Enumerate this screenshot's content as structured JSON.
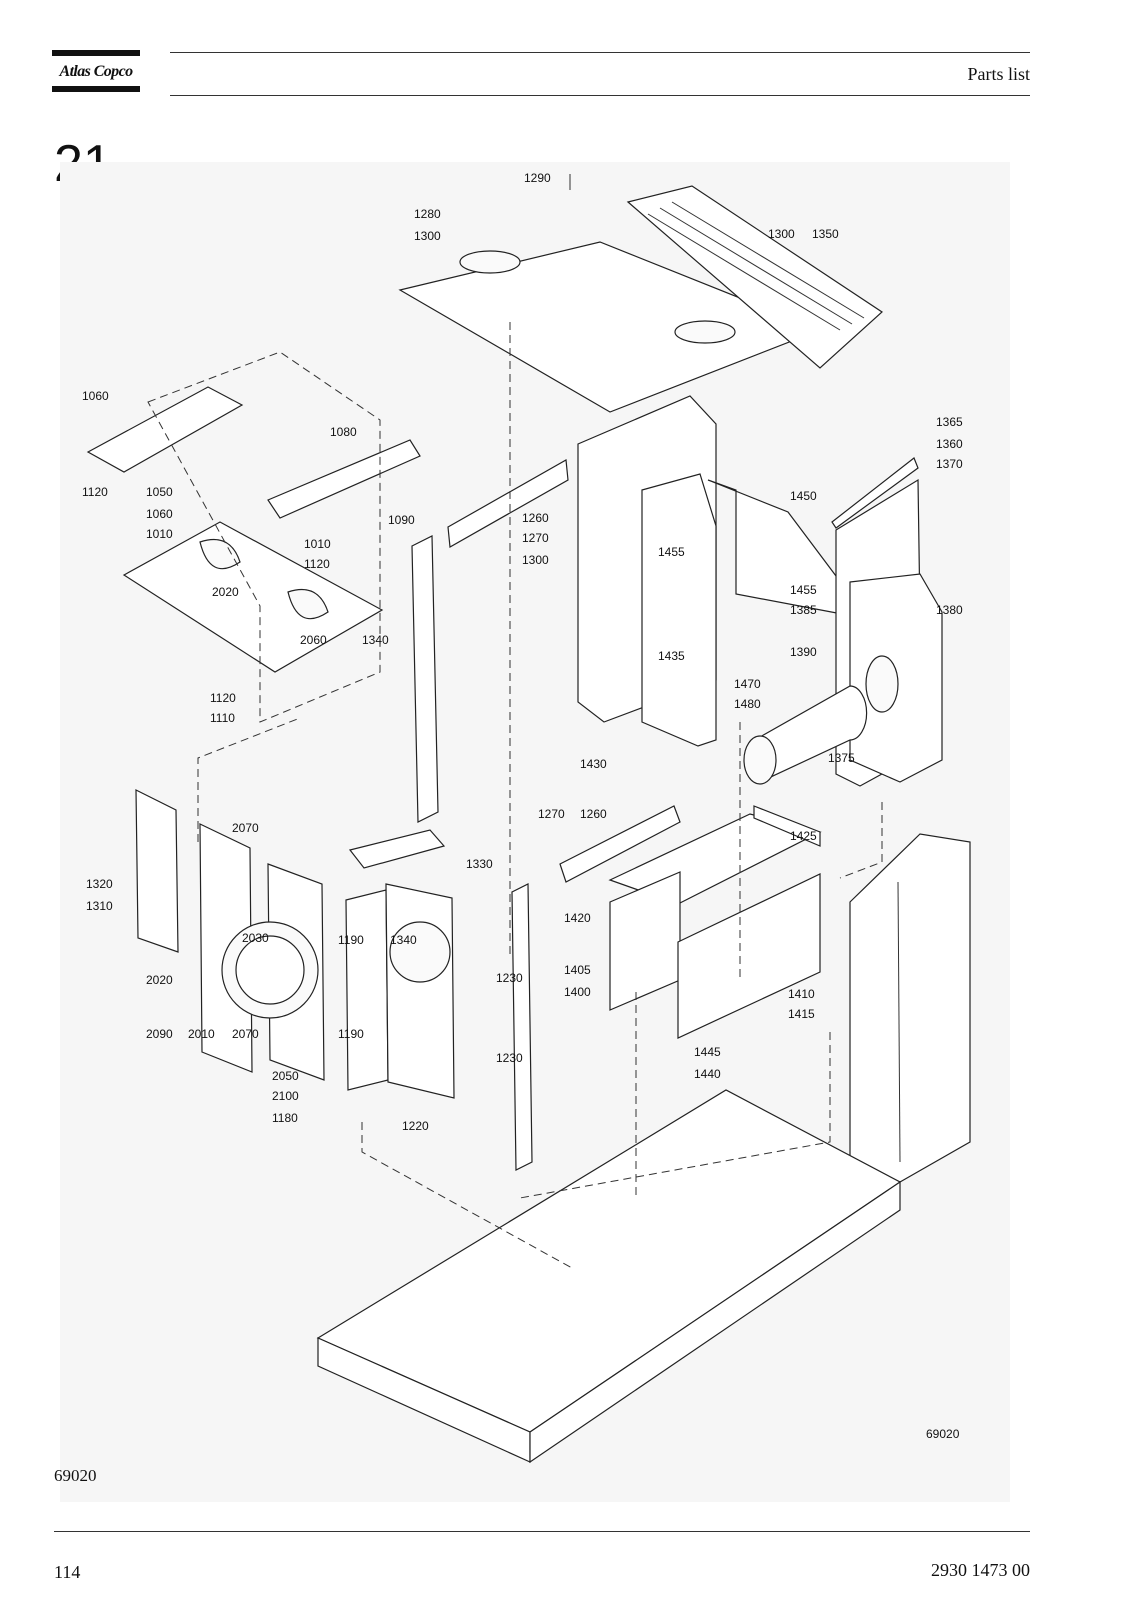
{
  "header": {
    "brand": "Atlas Copco",
    "section": "Parts list"
  },
  "figure": {
    "number": "21",
    "code": "69020",
    "code_in_drawing": "69020",
    "labels": [
      "1290",
      "1280",
      "1300",
      "1300",
      "1350",
      "1060",
      "1080",
      "1365",
      "1360",
      "1370",
      "1050",
      "1120",
      "1060",
      "1010",
      "1090",
      "1260",
      "1270",
      "1300",
      "1450",
      "1455",
      "1455",
      "1010",
      "1120",
      "2020",
      "1385",
      "1380",
      "2060",
      "1340",
      "1435",
      "1390",
      "1120",
      "1110",
      "1470",
      "1480",
      "1375",
      "1430",
      "1270",
      "1260",
      "1425",
      "2070",
      "1330",
      "1320",
      "1310",
      "1420",
      "2030",
      "1190",
      "1340",
      "1230",
      "1405",
      "1400",
      "1410",
      "1415",
      "2020",
      "2090",
      "2010",
      "2070",
      "1190",
      "1230",
      "1445",
      "1440",
      "2050",
      "2100",
      "1180",
      "1220"
    ]
  },
  "footer": {
    "page_number": "114",
    "document_number": "2930 1473 00"
  }
}
